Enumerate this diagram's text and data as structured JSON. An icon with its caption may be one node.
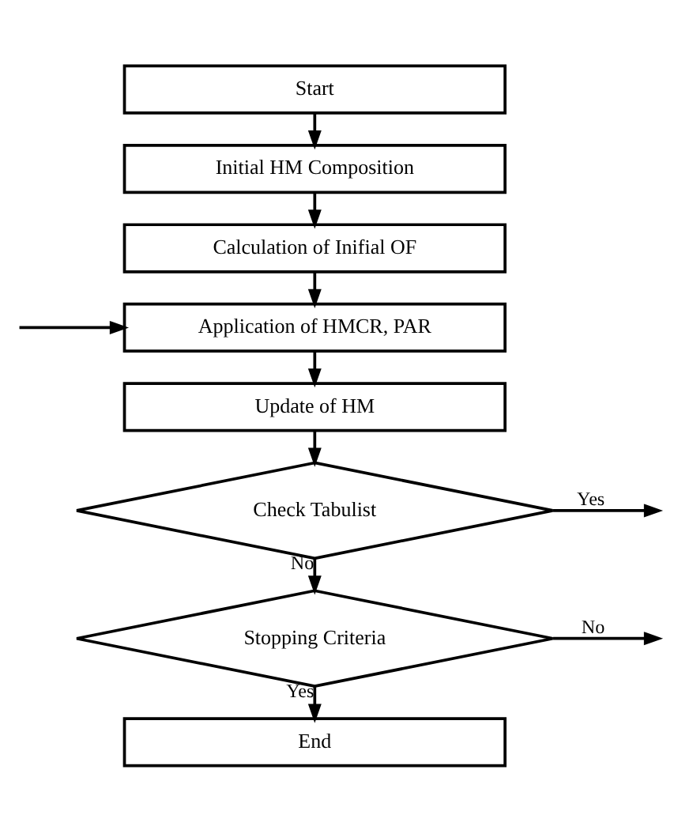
{
  "diagram": {
    "nodes": [
      {
        "text": [
          "Start"
        ]
      },
      {
        "text": [
          "Initial HM Composition"
        ]
      },
      {
        "text": [
          "Calculation of Inifial OF"
        ]
      },
      {
        "text": [
          "Application of HMCR, PAR"
        ]
      },
      {
        "text": [
          "Update of HM"
        ]
      },
      {
        "text": [
          "Check Tabulist"
        ]
      },
      {
        "text": [
          "Stopping Criteria"
        ]
      },
      {
        "text": [
          "End"
        ]
      }
    ],
    "edges": [
      {
        "from": 0,
        "to": 1,
        "arrow": "to"
      },
      {
        "from": 1,
        "to": 2,
        "arrow": "to"
      },
      {
        "from": 2,
        "to": 3,
        "arrow": "to"
      },
      {
        "from": null,
        "to": 3,
        "arrow": "to"
      },
      {
        "from": 3,
        "to": 4,
        "arrow": "to"
      },
      {
        "from": 4,
        "to": 5,
        "arrow": "to"
      },
      {
        "from": 5,
        "to": null,
        "label": "Yes",
        "arrow": "to"
      },
      {
        "from": 5,
        "to": 6,
        "label": "No",
        "arrow": "to"
      },
      {
        "from": 6,
        "to": null,
        "label": "No",
        "arrow": "to"
      },
      {
        "from": 6,
        "to": 7,
        "label": "Yes",
        "arrow": "to"
      }
    ]
  }
}
